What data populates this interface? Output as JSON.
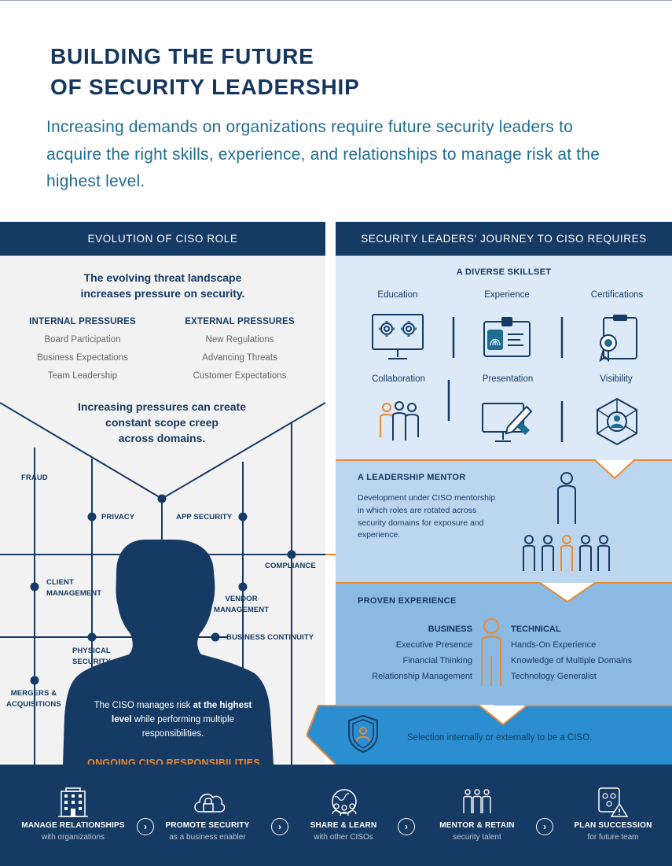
{
  "header": {
    "title_line1": "BUILDING THE FUTURE",
    "title_line2": "OF SECURITY LEADERSHIP",
    "subtitle": "Increasing demands on organizations require future security leaders to acquire the right skills, experience, and relationships to manage risk at the highest level."
  },
  "left": {
    "heading": "EVOLUTION OF CISO ROLE",
    "threat_line1": "The evolving threat landscape",
    "threat_line2": "increases pressure on security.",
    "internal": {
      "heading": "INTERNAL PRESSURES",
      "items": [
        "Board Participation",
        "Business Expectations",
        "Team Leadership"
      ]
    },
    "external": {
      "heading": "EXTERNAL PRESSURES",
      "items": [
        "New Regulations",
        "Advancing Threats",
        "Customer Expectations"
      ]
    },
    "creep_line1": "Increasing pressures can create",
    "creep_line2": "constant scope creep",
    "creep_line3": "across domains.",
    "domains": {
      "fraud": "FRAUD",
      "privacy": "PRIVACY",
      "app_security": "APP SECURITY",
      "compliance": "COMPLIANCE",
      "client_management_1": "CLIENT",
      "client_management_2": "MANAGEMENT",
      "vendor_management_1": "VENDOR",
      "vendor_management_2": "MANAGEMENT",
      "business_continuity": "BUSINESS CONTINUITY",
      "physical_security_1": "PHYSICAL",
      "physical_security_2": "SECURITY",
      "mergers_1": "MERGERS &",
      "mergers_2": "ACQUISITIONS"
    },
    "ciso_text_1": "The CISO manages risk ",
    "ciso_text_bold": "at the highest level",
    "ciso_text_2": " while performing multiple responsibilities.",
    "ongoing": "ONGOING CISO RESPONSIBILITIES"
  },
  "right": {
    "heading": "SECURITY LEADERS' JOURNEY TO CISO REQUIRES",
    "skillset_heading": "A DIVERSE SKILLSET",
    "skills": [
      "Education",
      "Experience",
      "Certifications",
      "Collaboration",
      "Presentation",
      "Visibility"
    ],
    "mentor_heading": "A LEADERSHIP MENTOR",
    "mentor_text": "Development under CISO mentorship in which roles are rotated across security domains for exposure and experience.",
    "proven_heading": "PROVEN EXPERIENCE",
    "business_heading": "BUSINESS",
    "business_items": [
      "Executive Presence",
      "Financial Thinking",
      "Relationship Management"
    ],
    "technical_heading": "TECHNICAL",
    "technical_items": [
      "Hands-On Experience",
      "Knowledge of Multiple Domains",
      "Technology Generalist"
    ],
    "selection_text": "Selection internally or externally to be a CISO."
  },
  "steps": [
    {
      "title": "MANAGE RELATIONSHIPS",
      "sub": "with organizations",
      "icon": "building-icon"
    },
    {
      "title": "PROMOTE SECURITY",
      "sub": "as a business enabler",
      "icon": "cloud-lock-icon"
    },
    {
      "title": "SHARE & LEARN",
      "sub": "with other CISOs",
      "icon": "globe-people-icon"
    },
    {
      "title": "MENTOR & RETAIN",
      "sub": "security talent",
      "icon": "team-icon"
    },
    {
      "title": "PLAN SUCCESSION",
      "sub": "for future team",
      "icon": "succession-icon"
    }
  ],
  "colors": {
    "navy": "#153a63",
    "teal": "#1e6d93",
    "orange": "#e98a34",
    "light_blue": "#dce9f6",
    "mid_blue": "#bcd6ef",
    "blue": "#8ab9e2",
    "bright_blue": "#2a8ed0"
  }
}
